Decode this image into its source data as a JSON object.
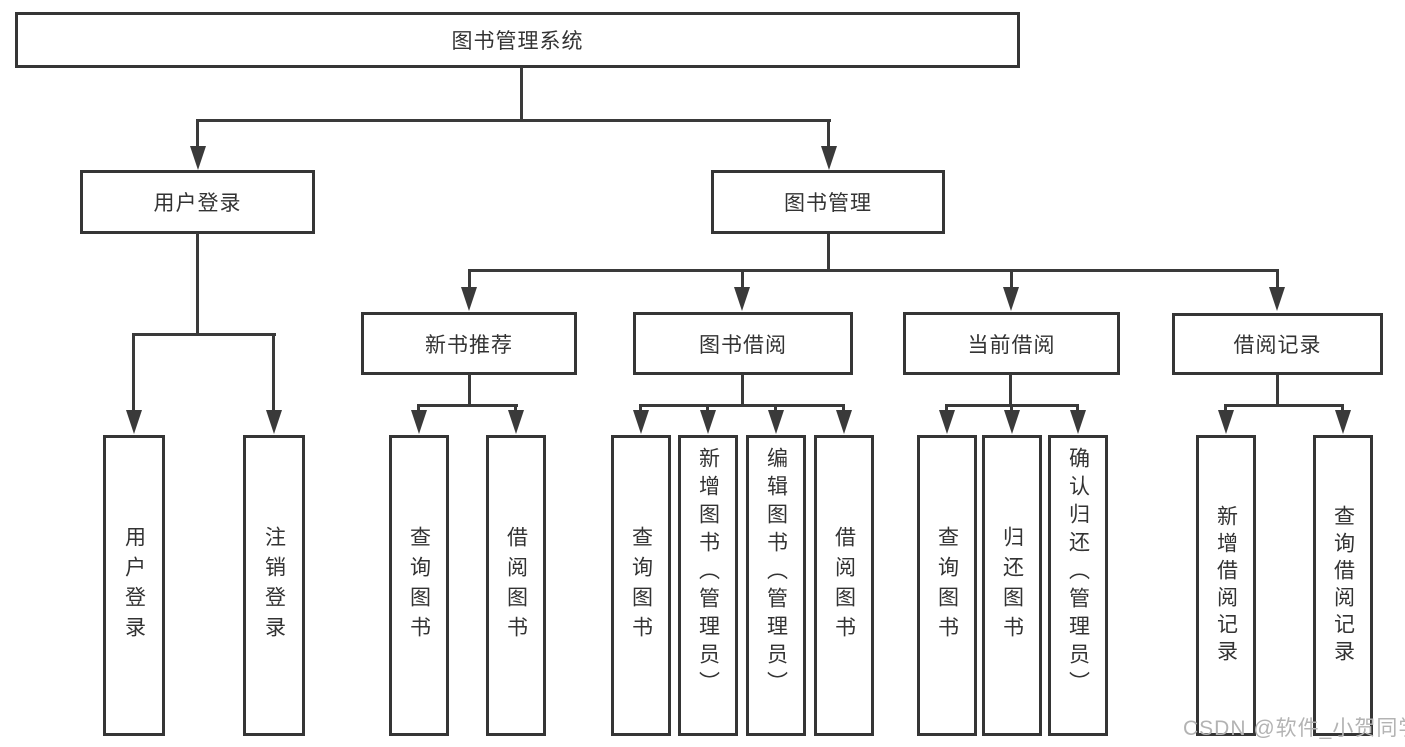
{
  "colors": {
    "line": "#3a3a3a",
    "border": "#353535",
    "text": "#333333",
    "background": "#ffffff",
    "watermark_text_color": "#b3b3b3"
  },
  "watermark": "CSDN @软件_小贺同学",
  "tree": {
    "root": {
      "label": "图书管理系统"
    },
    "branches": [
      {
        "label": "用户登录",
        "leaves": [
          {
            "label": "用户登录"
          },
          {
            "label": "注销登录"
          }
        ]
      },
      {
        "label": "图书管理",
        "groups": [
          {
            "label": "新书推荐",
            "leaves": [
              {
                "label": "查询图书"
              },
              {
                "label": "借阅图书"
              }
            ]
          },
          {
            "label": "图书借阅",
            "leaves": [
              {
                "label": "查询图书"
              },
              {
                "label": "新增图书（管理员）"
              },
              {
                "label": "编辑图书（管理员）"
              },
              {
                "label": "借阅图书"
              }
            ]
          },
          {
            "label": "当前借阅",
            "leaves": [
              {
                "label": "查询图书"
              },
              {
                "label": "归还图书"
              },
              {
                "label": "确认归还（管理员）"
              }
            ]
          },
          {
            "label": "借阅记录",
            "leaves": [
              {
                "label": "新增借阅记录"
              },
              {
                "label": "查询借阅记录"
              }
            ]
          }
        ]
      }
    ]
  }
}
